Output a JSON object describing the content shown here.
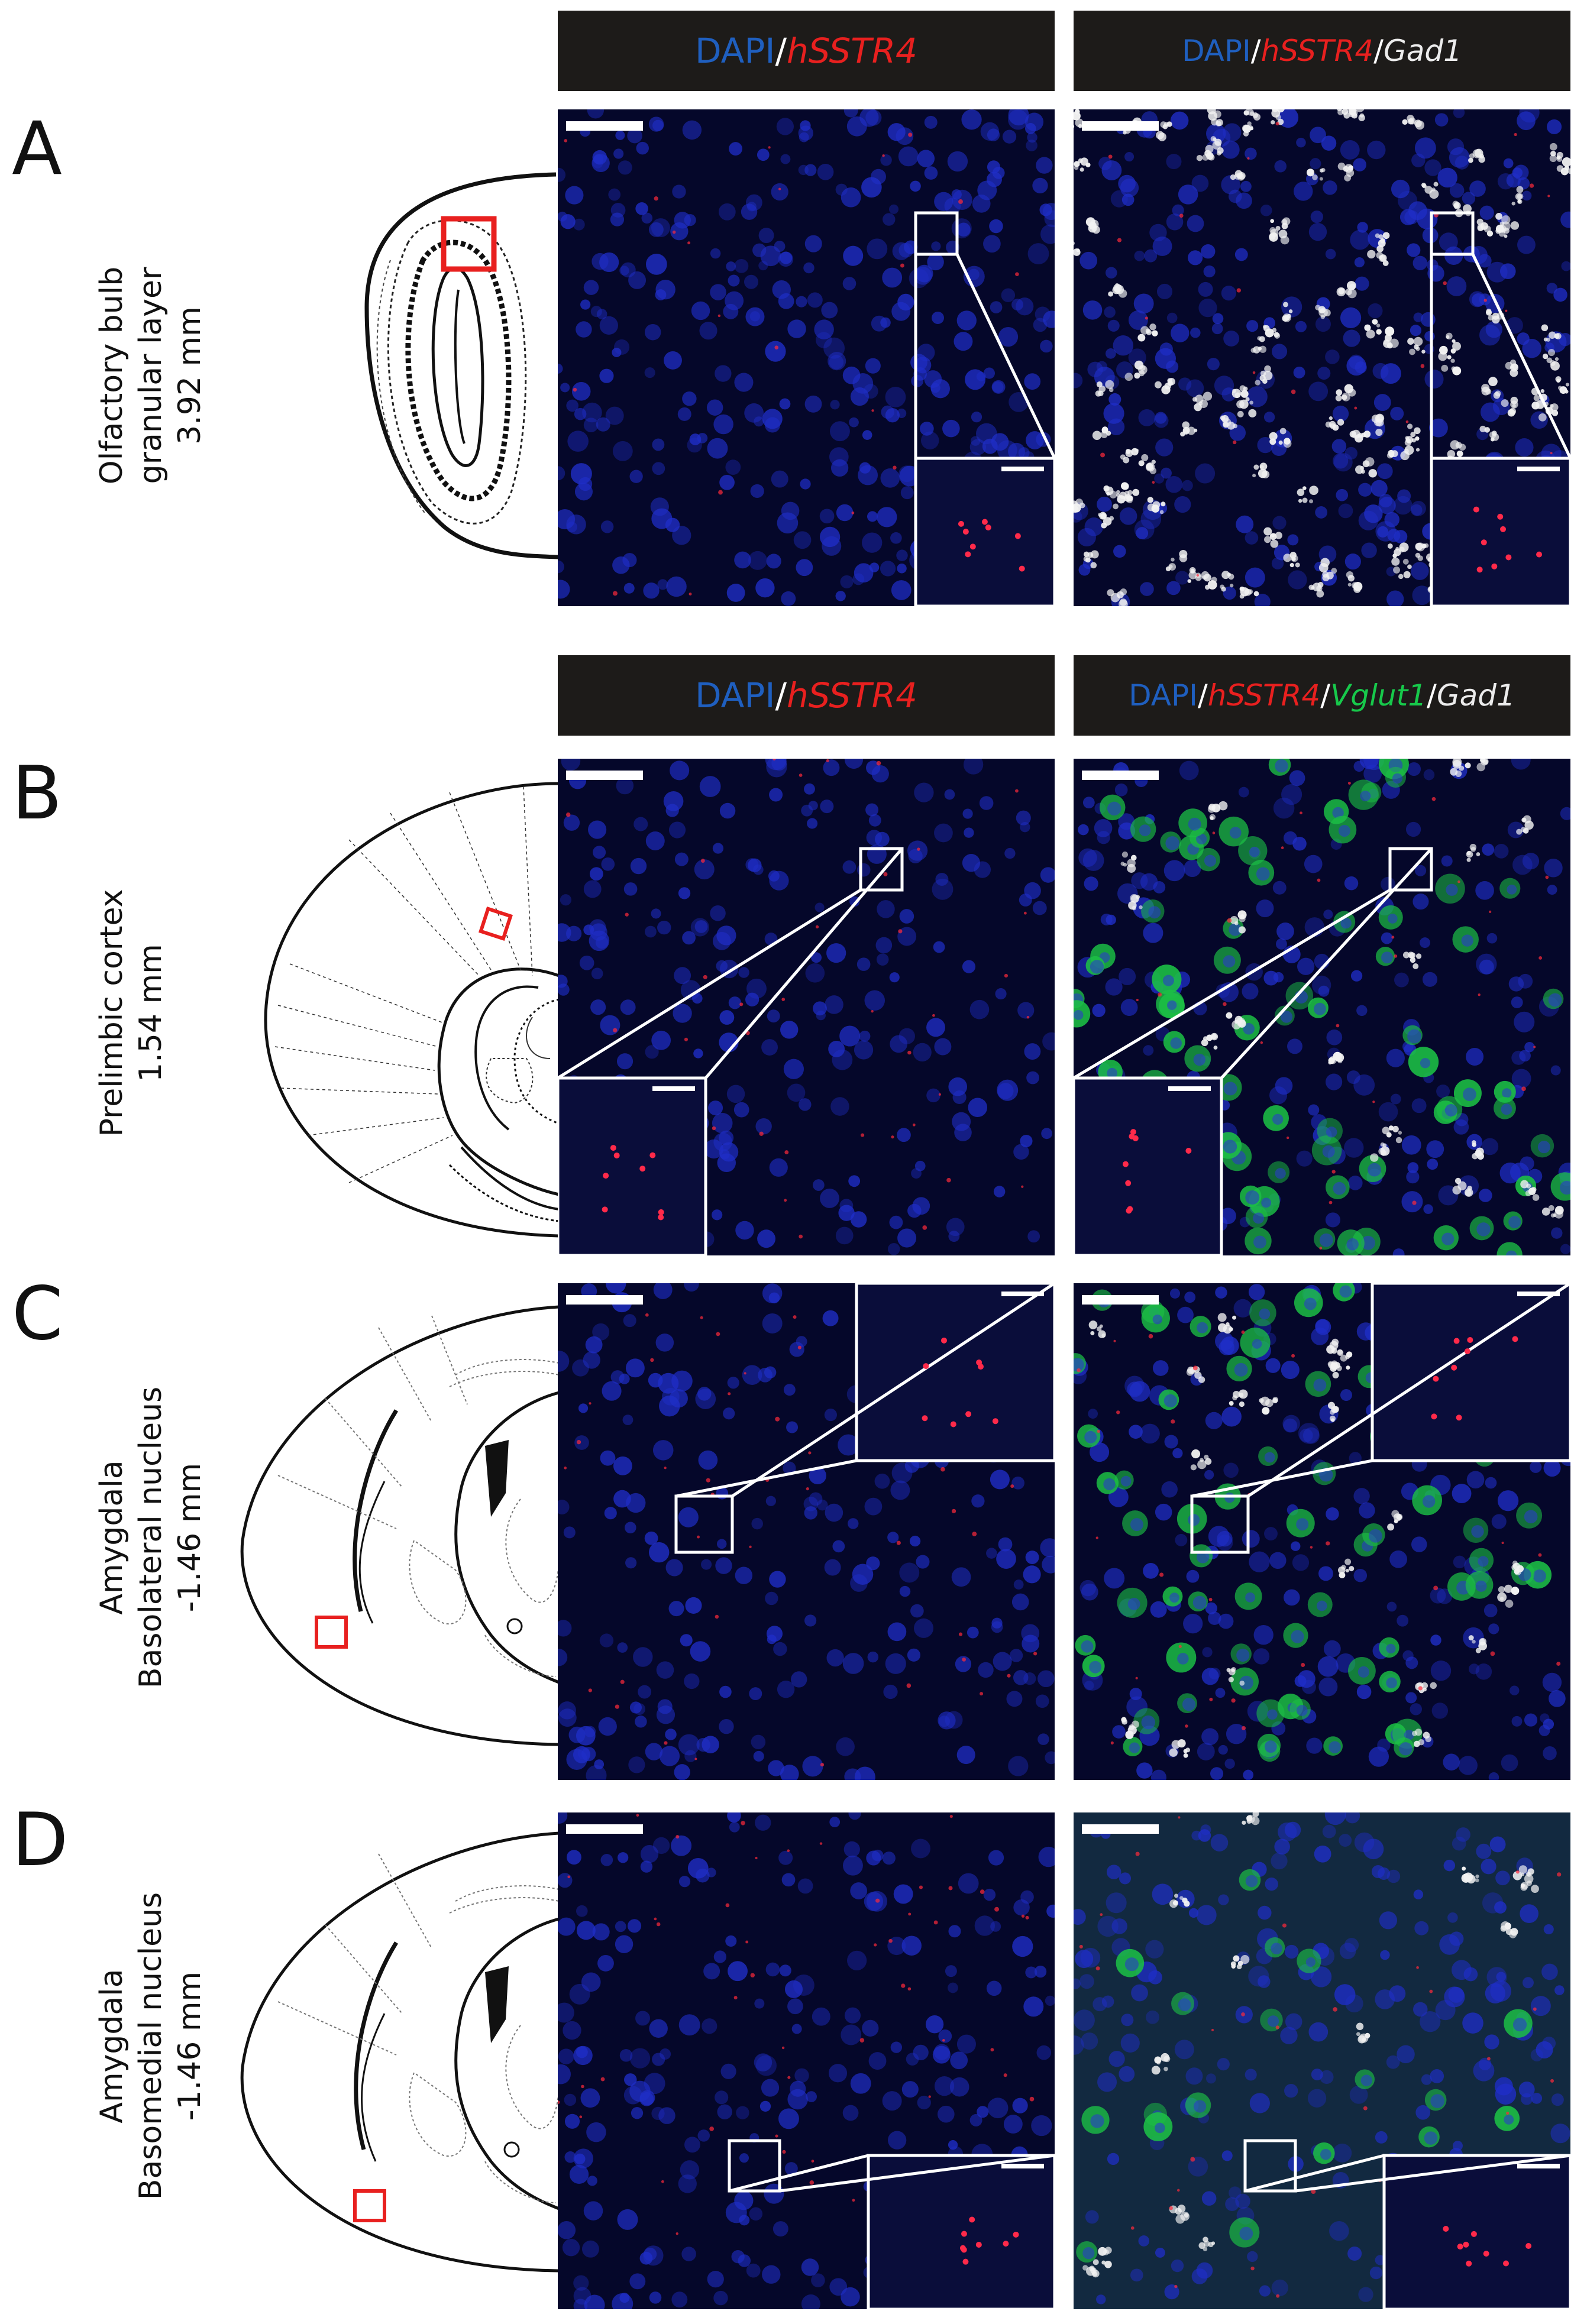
{
  "rows": [
    {
      "letter": "A",
      "label_lines": [
        "Olfactory bulb",
        "granular layer",
        "3.92 mm"
      ],
      "header_left": {
        "dapi": "DAPI",
        "sep": "/",
        "hsstr4": "hSSTR4"
      },
      "header_right": {
        "dapi": "DAPI",
        "sep1": "/",
        "hsstr4": "hSSTR4",
        "sep2": "/",
        "gad1": "Gad1"
      }
    },
    {
      "letter": "B",
      "label_lines": [
        "Prelimbic  cortex",
        "1.54 mm"
      ],
      "header_left": {
        "dapi": "DAPI",
        "sep": "/",
        "hsstr4": "hSSTR4"
      },
      "header_right": {
        "dapi": "DAPI",
        "sep1": "/",
        "hsstr4": "hSSTR4",
        "sep2": "/",
        "vglut1": "Vglut1",
        "sep3": "/",
        "gad1": "Gad1"
      }
    },
    {
      "letter": "C",
      "label_lines": [
        "Amygdala",
        "Basolateral nucleus",
        "-1.46 mm"
      ]
    },
    {
      "letter": "D",
      "label_lines": [
        "Amygdala",
        "Basomedial nucleus",
        "-1.46 mm"
      ]
    }
  ],
  "colors": {
    "dapi": "#1f5fbf",
    "hsstr4": "#e8201f",
    "vglut1": "#17c94b",
    "gad1": "#ececec",
    "header_bg": "#1d1b19",
    "roi_box": "#e8201f"
  }
}
